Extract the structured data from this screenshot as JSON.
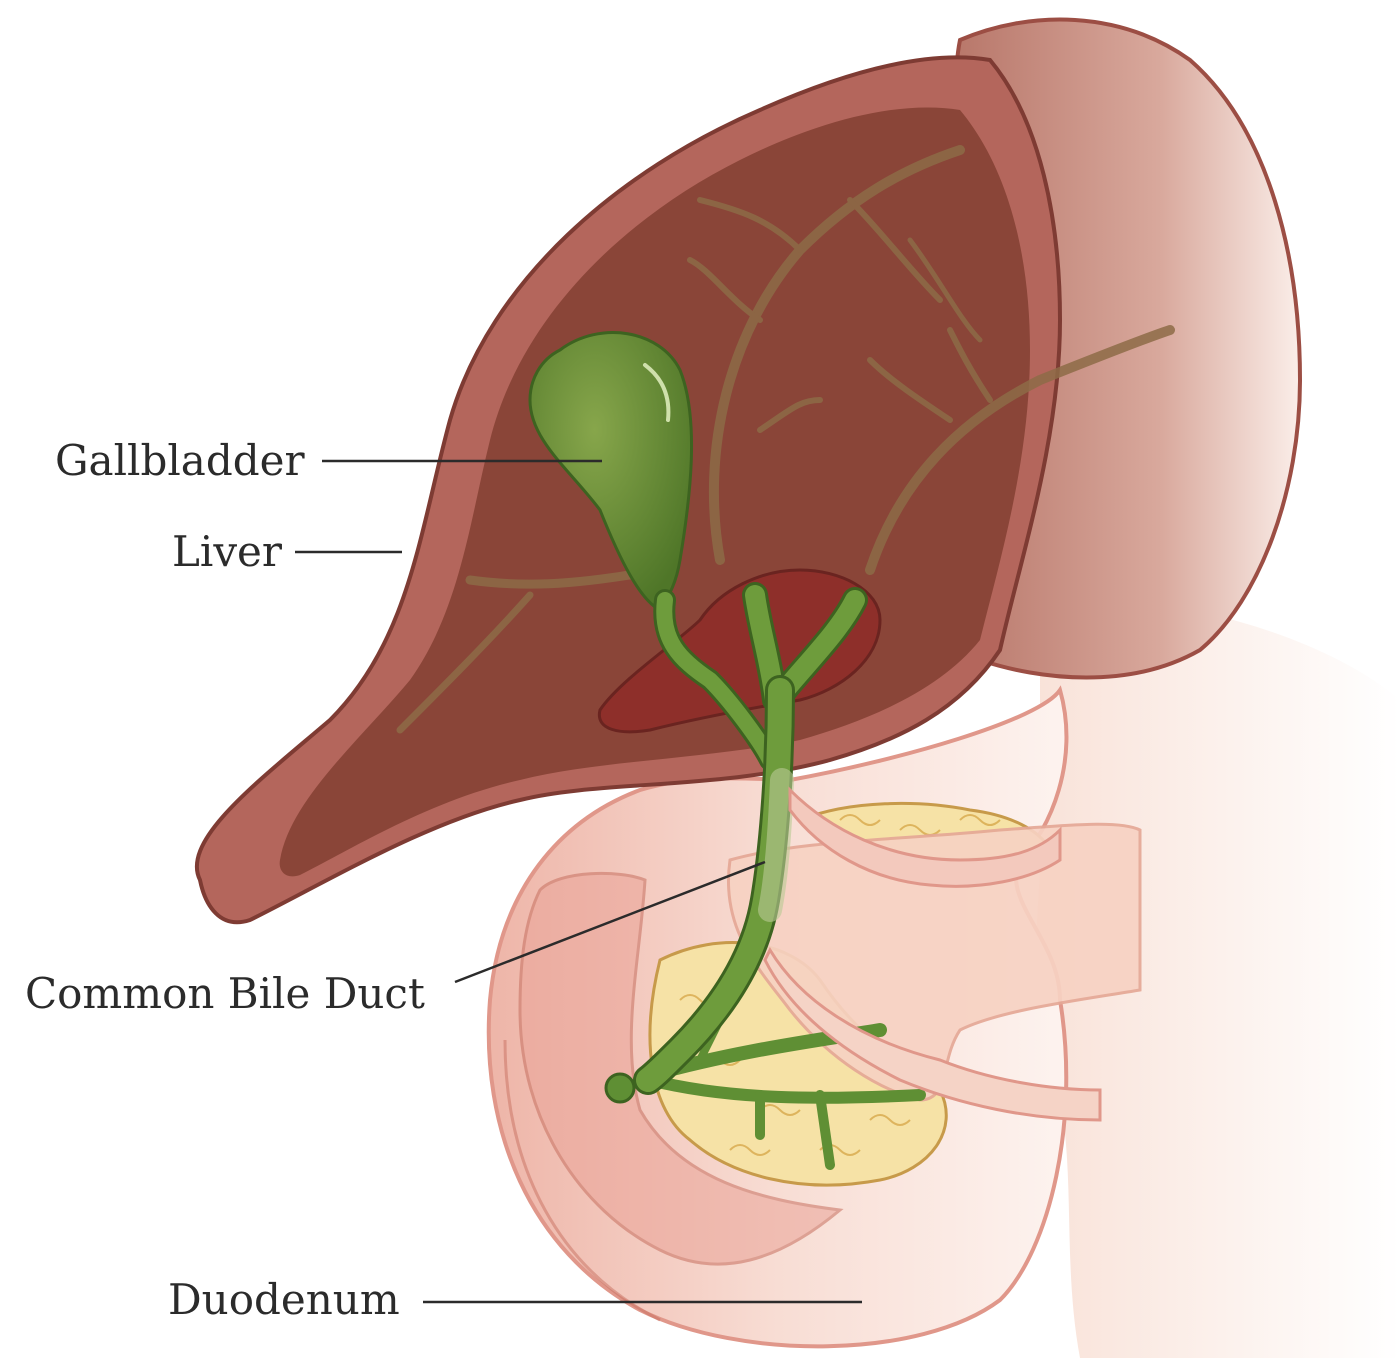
{
  "labels": {
    "gallbladder": "Gallbladder",
    "liver": "Liver",
    "common_bile_duct": "Common Bile Duct",
    "duodenum": "Duodenum"
  },
  "colors": {
    "liver_outer": "#b4665c",
    "liver_inner": "#8a4538",
    "liver_lobe_right": "#c98f82",
    "bile_ducts_intrahepatic": "#8d6b47",
    "gallbladder": "#6e8d3a",
    "duct_green": "#5f8f34",
    "stomach_pink": "#f3c9bd",
    "stomach_outline": "#e08f80",
    "pancreas_yellow": "#f6e2a6",
    "pancreas_outline": "#c79a4a",
    "text": "#2b2b2b"
  }
}
